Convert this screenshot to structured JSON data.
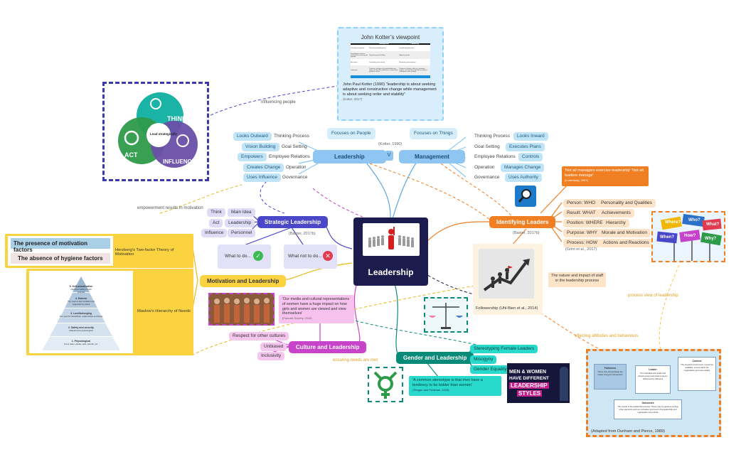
{
  "center": {
    "title": "Leadership"
  },
  "kotter": {
    "title": "John Kotter’s viewpoint",
    "quote": "John Paul Kotter (1990) “leadership is about seeking adaptive and constructive change while management is about seeking order and stability”",
    "cite": "(Kotter, 2017)",
    "table_headers": [
      "",
      "Management",
      "Leadership"
    ],
    "table_rows": [
      [
        "Creating an agenda",
        "Planning and Budgeting",
        "Establishing direction"
      ],
      [
        "Developing a human network for achieving the agenda",
        "Organizing and staffing",
        "Aligning people"
      ],
      [
        "Execution",
        "Controlling and solving",
        "Motivating and inspiring"
      ],
      [
        "Outcomes",
        "Produces a degree of predictability and order and has the potential to consistently produce results",
        "Produces change, often to a dramatic degree, and has the potential to produce extremely useful change"
      ]
    ]
  },
  "influence_image": {
    "think": "THINK",
    "act": "ACT",
    "influence": "INFLUENCE",
    "center": "Lead strategically"
  },
  "influencing_people": "Influencing people",
  "leadership_node": {
    "label": "Leadership",
    "focus": "Focuses on People"
  },
  "management_node": {
    "label": "Management",
    "focus": "Focuses on Things"
  },
  "versus": "V",
  "kotter_cite": "(Kotter, 1990)",
  "leadership_pairs": [
    {
      "left": "Looks Outward",
      "right": "Thinking Process"
    },
    {
      "left": "Vision Building",
      "right": "Goal Setting"
    },
    {
      "left": "Empowers",
      "right": "Employee Relations"
    },
    {
      "left": "Creates Change",
      "right": "Operation"
    },
    {
      "left": "Uses Influence",
      "right": "Governance"
    }
  ],
  "management_pairs": [
    {
      "left": "Thinking Process",
      "right": "Looks Inward"
    },
    {
      "left": "Goal Setting",
      "right": "Executes Plans"
    },
    {
      "left": "Employee Relations",
      "right": "Controls"
    },
    {
      "left": "Operation",
      "right": "Manages Change"
    },
    {
      "left": "Governance",
      "right": "Uses Authority"
    }
  ],
  "empowerment": "empowerment results in motivation",
  "strategic": {
    "label": "Strategic Leadership",
    "pairs": [
      {
        "left": "Think",
        "right": "Main Idea"
      },
      {
        "left": "Act",
        "right": "Leadership"
      },
      {
        "left": "Influence",
        "right": "Personnel"
      }
    ],
    "cite": "(Baxter, 2017b)",
    "todo": "What to do...",
    "nottodo": "What not to do..."
  },
  "motivation": {
    "label": "Motivation and Leadership",
    "herzberg": "Herzberg's Two-factor Theory of Motivation",
    "maslow": "Maslow's Hierarchy of Needs",
    "presence": "The presence of motivation factors",
    "absence": "The absence of hygiene factors",
    "pyramid": [
      {
        "title": "5. Self-actualisation",
        "desc": "Maximum ability to fulfil potential"
      },
      {
        "title": "4. Esteem",
        "desc": "The need to feel confident and respected by others"
      },
      {
        "title": "3. Love/belonging",
        "desc": "The need for friendships, relationships and family"
      },
      {
        "title": "2. Safety and security",
        "desc": "Material and psychological"
      },
      {
        "title": "1. Physiological",
        "desc": "Food, water, shelter, light, warmth, etc."
      }
    ]
  },
  "culture": {
    "label": "Culture and Leadership",
    "quote": "'Our media and cultural representations of women have a huge impact on how girls and women are viewed and view themselves'",
    "cite": "(Fawcett Society, 2015)",
    "items": [
      "Respect for other cultures",
      "Unbiased",
      "Inclusivity"
    ],
    "ensuring": "ensuring needs are met"
  },
  "gender": {
    "label": "Gender and Leadership",
    "items": [
      "Stereotyping Female Leaders",
      "Misogyny",
      "Gender Equality"
    ],
    "quote": "'A common stereotype is that men have a tendency to be bolder than women'",
    "cite": "(Tengan and Pohlman, 2016)",
    "poster": [
      "MEN & WOMEN",
      "HAVE DIFFERENT",
      "LEADERSHIP",
      "STYLES"
    ]
  },
  "identifying": {
    "label": "Identifying Leaders",
    "quote": "'Not all managers exercise leadership' 'Not all leaders manage'",
    "quote_cite": "(Lunenburg, 2007)",
    "cite": "(Baxter, 2017b)",
    "grint_cite": "(Grint et al., 2017)",
    "pairs": [
      {
        "left": "Person: WHO",
        "right": "Personality and Qualities"
      },
      {
        "left": "Result: WHAT",
        "right": "Achievements"
      },
      {
        "left": "Position: WHERE",
        "right": "Hierarchy"
      },
      {
        "left": "Purpose: WHY",
        "right": "Morale and Motivation"
      },
      {
        "left": "Process: HOW",
        "right": "Actions and Reactions"
      }
    ],
    "signs": [
      "Where?",
      "Who?",
      "What?",
      "When?",
      "How?",
      "Why?"
    ],
    "process_view": "process view of leadership"
  },
  "followership": {
    "caption": "Followership (Uhl-Bien et al., 2014)",
    "nature": "The nature and impact of staff in the leadership process",
    "affecting": "affecting attitudes and behaviours"
  },
  "dunham": {
    "caption": "(Adapted from Dunham and Pierce, 1989)",
    "followers": {
      "title": "Followers",
      "desc": "Those who acknowledge the leader and give followership"
    },
    "leader": {
      "title": "Leader",
      "desc": "The individual who leads and directs group performance and is influenced by followers"
    },
    "context": {
      "title": "Context",
      "desc": "The physical environment, resources available, events within the organisation and more widely"
    },
    "outcomes": {
      "title": "Outcomes",
      "desc": "The results of the leadership process. These may be goals as well as other elements such as motivation and trust in the leadership and organisation as a whole"
    }
  },
  "colors": {
    "center": "#1b1b4d",
    "leadership": "#5aa9e6",
    "strategic": "#4a47c8",
    "motivation": "#f7c948",
    "culture": "#c743c9",
    "gender": "#0a8a78",
    "identifying": "#f07f23"
  }
}
